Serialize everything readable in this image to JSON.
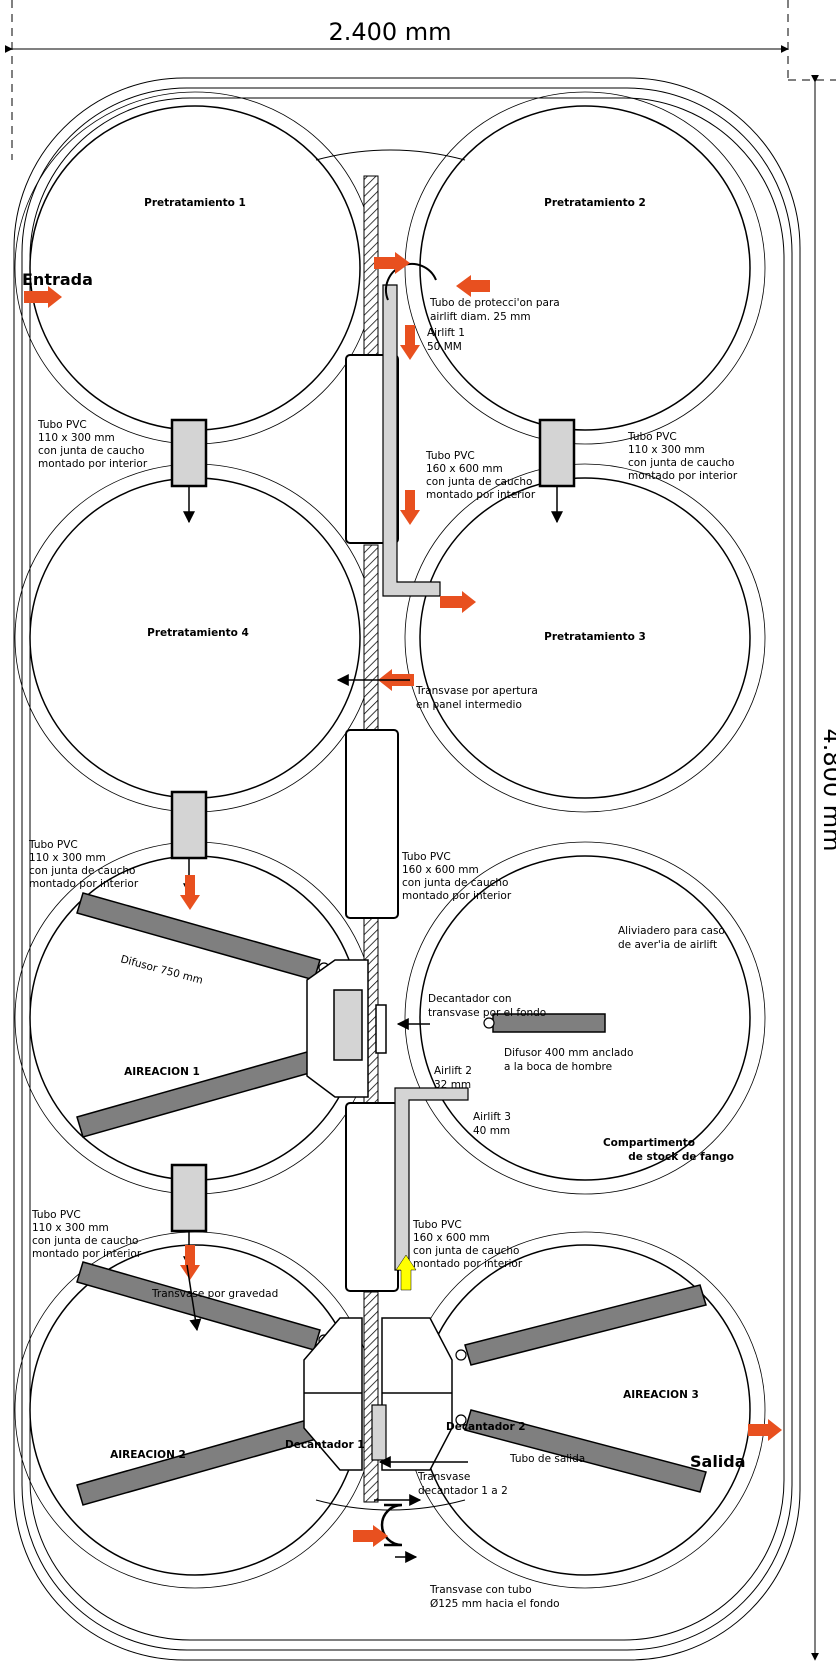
{
  "dimensions": {
    "width": "2.400 mm",
    "height": "4.800 mm"
  },
  "chambers": {
    "pre1": "Pretratamiento 1",
    "pre2": "Pretratamiento 2",
    "pre3": "Pretratamiento 3",
    "pre4": "Pretratamiento 4",
    "air1": "AIREACION 1",
    "air2": "AIREACION 2",
    "air3": "AIREACION 3",
    "sludge": [
      "Compartimento",
      "de stock de fango"
    ]
  },
  "labels": {
    "entrada": "Entrada",
    "salida": "Salida",
    "tube_protection": [
      "Tubo de protecci'on para",
      "airlift diam. 25 mm"
    ],
    "airlift1": [
      "Airlift 1",
      "50 MM"
    ],
    "pvc_small_1": [
      "Tubo PVC",
      "110 x 300 mm",
      "con junta de caucho",
      "montado por interior"
    ],
    "pvc_small_2": [
      "Tubo PVC",
      "110 x 300 mm",
      "con junta de caucho",
      "montado por interior"
    ],
    "pvc_small_3": [
      "Tubo PVC",
      "110 x 300 mm",
      "con junta de caucho",
      "montado por interior"
    ],
    "pvc_small_4": [
      "Tubo PVC",
      "110 x 300 mm",
      "con junta de caucho",
      "montado por interior"
    ],
    "pvc_large_1": [
      "Tubo PVC",
      "160 x 600 mm",
      "con junta de caucho",
      "montado por interior"
    ],
    "pvc_large_2": [
      "Tubo PVC",
      "160 x 600 mm",
      "con junta de caucho",
      "montado por interior"
    ],
    "pvc_large_3": [
      "Tubo PVC",
      "160 x 600 mm",
      "con junta de caucho",
      "montado por interior"
    ],
    "transvase_apertura": [
      "Transvase por apertura",
      "en panel intermedio"
    ],
    "aliviadero": [
      "Aliviadero para caso",
      "de aver'ia de airlift"
    ],
    "difusor750": "Difusor 750 mm",
    "decantador_fondo": [
      "Decantador con",
      "transvase por el fondo"
    ],
    "airlift2": [
      "Airlift 2",
      "32 mm"
    ],
    "difusor400": [
      "Difusor 400 mm anclado",
      "a la boca de hombre"
    ],
    "airlift3": [
      "Airlift 3",
      "40 mm"
    ],
    "transvase_gravedad": "Transvase por gravedad",
    "decantador1": "Decantador 1",
    "decantador2": "Decantador 2",
    "tubo_salida": "Tubo de salida",
    "transvase_decantador": [
      "Transvase",
      "decantador 1 a 2"
    ],
    "transvase_tubo": [
      "Transvase con tubo",
      "Ø125 mm hacia el fondo"
    ]
  },
  "colors": {
    "flow_arrow": "#e8501f",
    "diffuser": "#7f7f7f",
    "pipe_fill": "#d4d4d4",
    "airlift_output": "#ffff00"
  }
}
